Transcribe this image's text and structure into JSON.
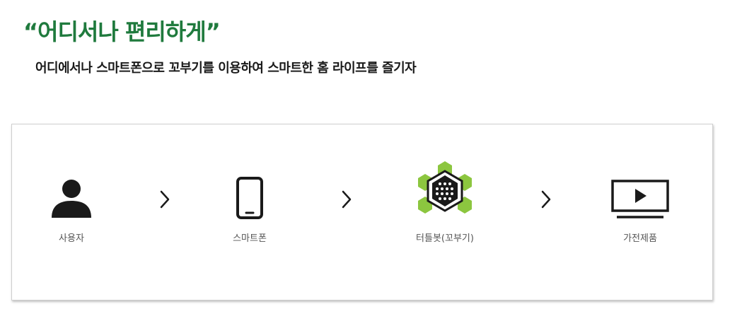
{
  "header": {
    "title": "“어디서나 편리하게”",
    "subtitle": "어디에서나 스마트폰으로 꼬부기를 이용하여 스마트한 홈 라이프를 즐기자"
  },
  "flow": {
    "steps": [
      {
        "label": "사용자",
        "icon": "user-icon"
      },
      {
        "label": "스마트폰",
        "icon": "smartphone-icon"
      },
      {
        "label": "터틀봇(꼬부기)",
        "icon": "turtlebot-icon"
      },
      {
        "label": "가전제품",
        "icon": "tv-play-icon"
      }
    ],
    "separator_icon": "chevron-right-icon"
  },
  "colors": {
    "headline": "#1f7a3d",
    "accent_green": "#8cc63f",
    "icon_dark": "#1a1a1a"
  }
}
